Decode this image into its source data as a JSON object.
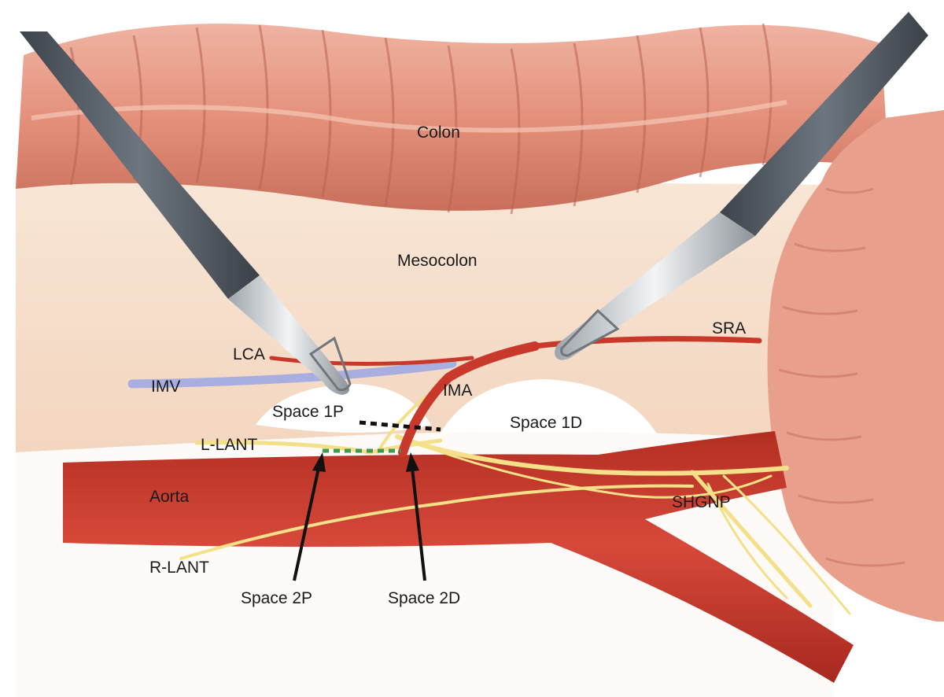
{
  "labels": {
    "colon": "Colon",
    "mesocolon": "Mesocolon",
    "sra": "SRA",
    "lca": "LCA",
    "imv": "IMV",
    "ima": "IMA",
    "space_1p": "Space 1P",
    "space_1d": "Space 1D",
    "l_lant": "L-LANT",
    "aorta": "Aorta",
    "shgnp": "SHGNP",
    "r_lant": "R-LANT",
    "space_2p": "Space 2P",
    "space_2d": "Space 2D"
  },
  "colors": {
    "colon": "#e08a75",
    "mesocolon": "#f6dcc6",
    "vessel": "#c8392c",
    "vein": "#a9aee0",
    "nerve": "#f3e089",
    "instrument": "#525a62",
    "line_1": "#111111",
    "line_2": "#3f9a4f"
  }
}
